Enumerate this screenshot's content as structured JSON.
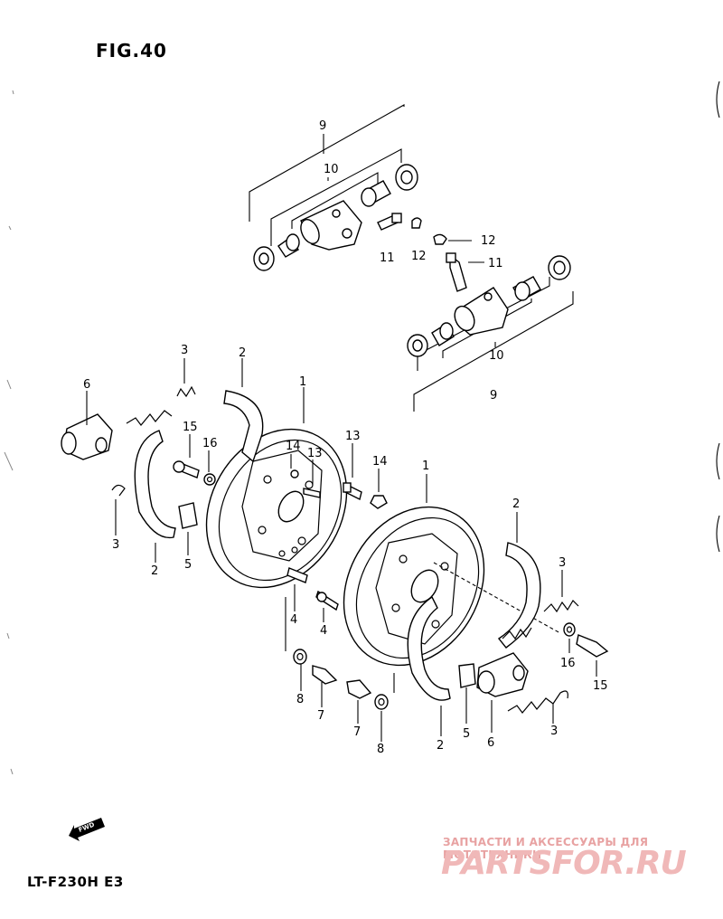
{
  "figure": {
    "title": "FIG.40",
    "model": "LT-F230H  E3",
    "fwd_label": "FWD"
  },
  "watermark": {
    "tagline": "ЗАПЧАСТИ И АКСЕССУАРЫ ДЛЯ МОТОТЕХНИКИ",
    "logo_text": "PARTSFOR.RU"
  },
  "callouts": {
    "top_cyl_assy": "9",
    "top_cyl_kit": "10",
    "top_bleeder": "11",
    "top_cap": "12",
    "mid_cap": "12",
    "mid_bleeder": "11",
    "mid_cyl_kit": "10",
    "mid_cyl_assy": "9",
    "l_spring_top": "3",
    "l_shoe_top": "2",
    "l_plate": "1",
    "l_cyl": "6",
    "l_bolt15": "15",
    "l_washer16": "16",
    "l_nut14": "14",
    "l_bolt13a": "13",
    "l_bolt13b": "13",
    "l_nut14b": "14",
    "l_spring_bot": "3",
    "l_shoe_bot": "2",
    "l_clip": "5",
    "l_pin4a": "4",
    "l_pin4b": "4",
    "l_washer8a": "8",
    "l_bolt7a": "7",
    "l_bolt7b": "7",
    "l_washer8b": "8",
    "r_plate": "1",
    "r_shoe_top": "2",
    "r_spring_top": "3",
    "r_washer16": "16",
    "r_bolt15": "15",
    "r_shoe_bot": "2",
    "r_clip": "5",
    "r_cyl": "6",
    "r_spring_bot": "3"
  }
}
